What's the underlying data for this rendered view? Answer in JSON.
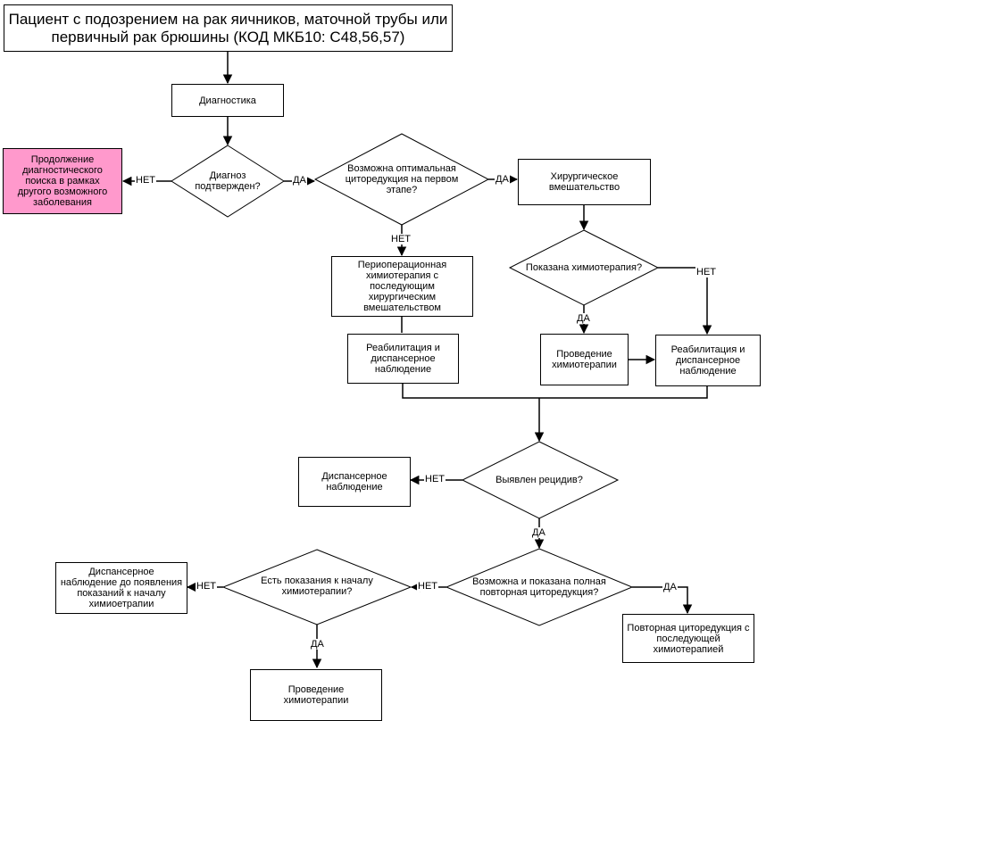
{
  "flowchart": {
    "title": "Пациент с подозрением на рак яичников, маточной трубы или первичный рак брюшины (КОД МКБ10: C48,56,57)",
    "nodes": {
      "diagnostics": "Диагностика",
      "diagnosis_confirmed": "Диагноз подтвержден?",
      "continue_diagnostics": "Продолжение диагностического поиска в рамках другого возможного заболевания",
      "optimal_cytoreduction": "Возможна оптимальная циторедукция на первом этапе?",
      "surgery": "Хирургическое вмешательство",
      "perioperative_chemo": "Периоперационная химиотерапия с последующим хирургическим вмешательством",
      "chemo_indicated": "Показана химиотерапия?",
      "rehab_left": "Реабилитация и диспансерное наблюдение",
      "chemo_conduct_right": "Проведение химиотерапии",
      "rehab_right": "Реабилитация и диспансерное наблюдение",
      "relapse_found": "Выявлен рецидив?",
      "dispensary_observation": "Диспансерное наблюдение",
      "full_repeat_cytoreduction": "Возможна и показана полная повторная циторедукция?",
      "chemo_start_indications": "Есть показания к началу химиотерапии?",
      "dispensary_until_indications": "Диспансерное наблюдение до появления показаний к началу химиоетрапии",
      "repeat_cytoreduction_chemo": "Повторная циторедукция с последующей химиотерапией",
      "chemo_conduct_bottom": "Проведение химиотерапии"
    },
    "labels": {
      "yes": "ДА",
      "no": "НЕТ"
    },
    "colors": {
      "highlight": "#ff99cc",
      "stroke": "#000000"
    }
  }
}
